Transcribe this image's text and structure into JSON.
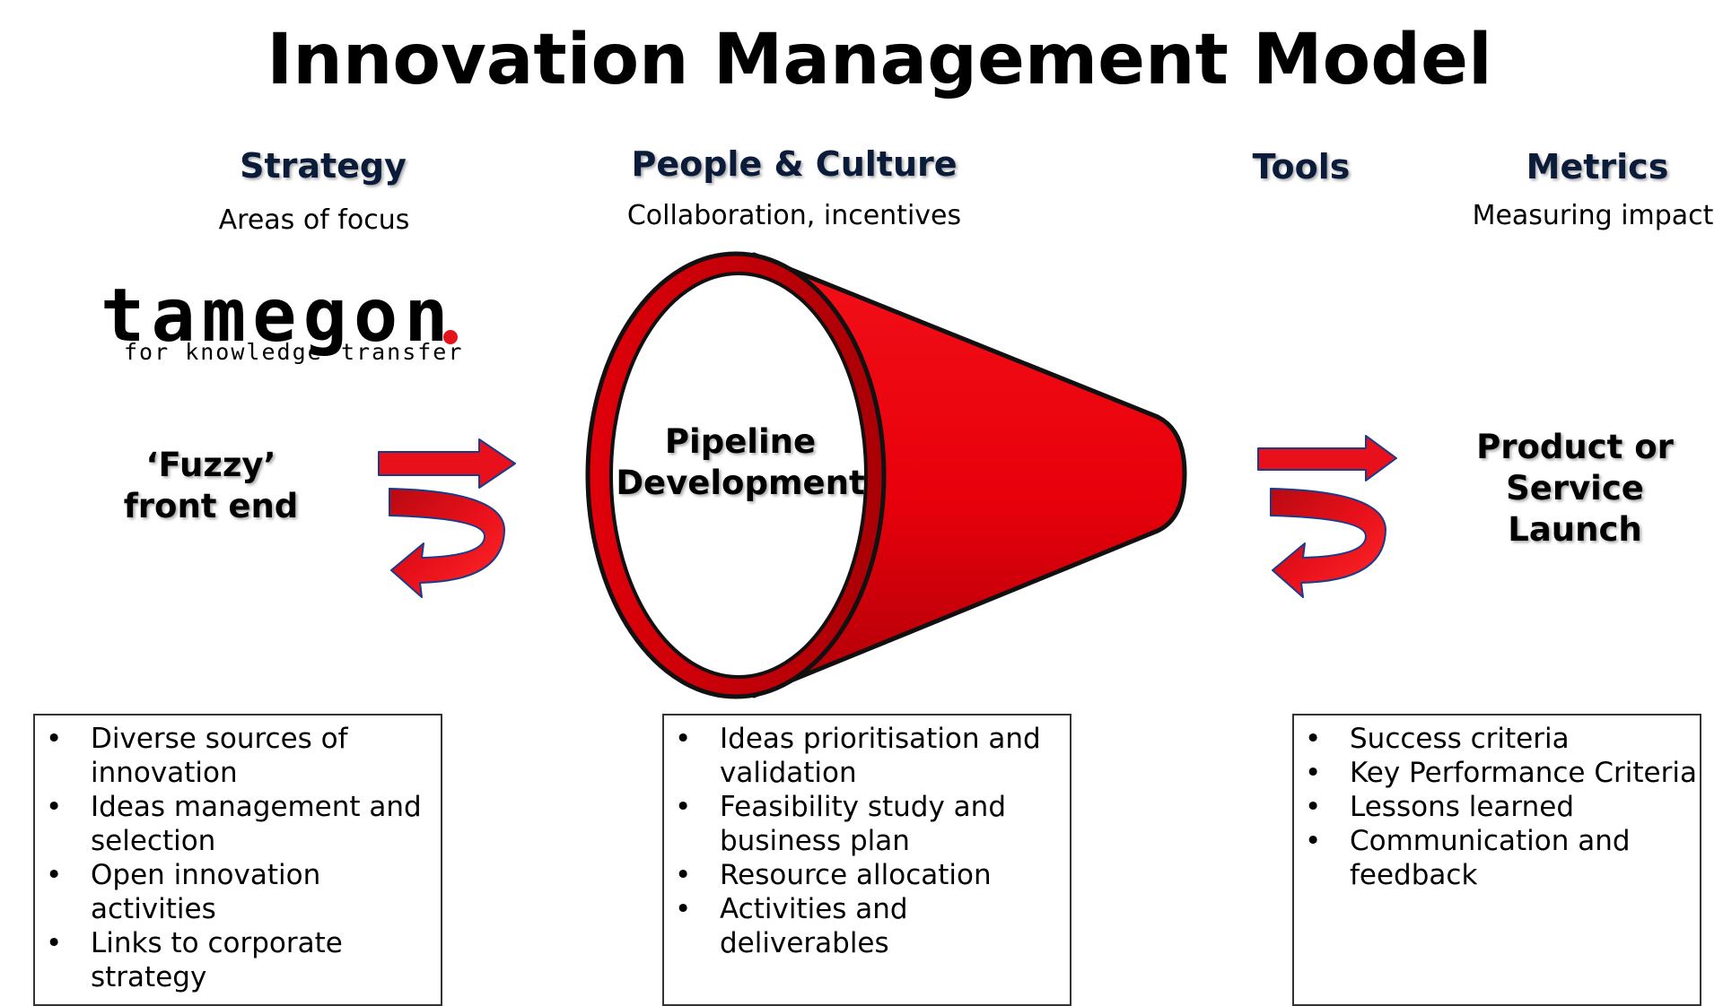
{
  "title": "Innovation Management Model",
  "columns": {
    "strategy": {
      "heading": "Strategy",
      "subheading": "Areas of focus"
    },
    "people": {
      "heading": "People & Culture",
      "subheading": "Collaboration, incentives"
    },
    "tools": {
      "heading": "Tools"
    },
    "metrics": {
      "heading": "Metrics",
      "subheading": "Measuring impact"
    }
  },
  "logo": {
    "word": "tamegon",
    "tagline_left": "for knowledge",
    "tagline_right": "transfer",
    "dot_color": "#e3121b"
  },
  "stages": {
    "fuzzy": [
      "‘Fuzzy’",
      "front end"
    ],
    "pipeline": [
      "Pipeline",
      "Development"
    ],
    "launch": [
      "Product or",
      "Service",
      "Launch"
    ]
  },
  "colors": {
    "funnel": "#e8000b",
    "arrow": "#e8101a",
    "arrow_edge": "#1a3a8a"
  },
  "lists": {
    "left": [
      [
        "Diverse sources of",
        "innovation"
      ],
      [
        "Ideas management and",
        "selection"
      ],
      [
        "Open innovation",
        "activities"
      ],
      [
        "Links to corporate",
        "strategy"
      ]
    ],
    "middle": [
      [
        "Ideas prioritisation and",
        "validation"
      ],
      [
        "Feasibility study and",
        "business plan"
      ],
      [
        "Resource allocation"
      ],
      [
        "Activities and",
        "deliverables"
      ]
    ],
    "right": [
      [
        "Success criteria"
      ],
      [
        "Key Performance Criteria"
      ],
      [
        "Lessons learned"
      ],
      [
        "Communication and",
        "feedback"
      ]
    ]
  },
  "bullet": "•"
}
